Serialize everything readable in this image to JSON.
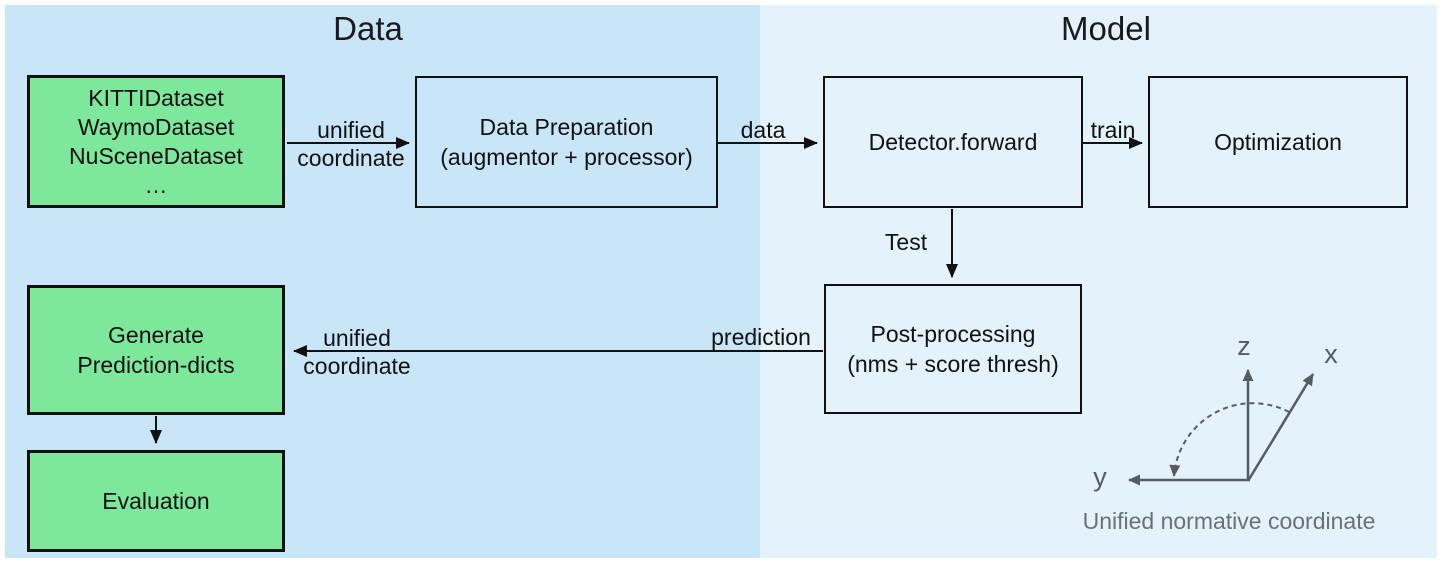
{
  "regions": {
    "data": {
      "title": "Data",
      "bg": "#c9e6f8"
    },
    "model": {
      "title": "Model",
      "bg": "#e3f2fb"
    }
  },
  "boxes": {
    "datasets": {
      "lines": [
        "KITTIDataset",
        "WaymoDataset",
        "NuSceneDataset",
        "…"
      ],
      "fill": "#7de79c"
    },
    "data_preparation": {
      "lines": [
        "Data Preparation",
        "(augmentor + processor)"
      ],
      "fill": "#c9e6f8"
    },
    "detector": {
      "lines": [
        "Detector.forward"
      ],
      "fill": "#e3f2fb"
    },
    "optimization": {
      "lines": [
        "Optimization"
      ],
      "fill": "#e3f2fb"
    },
    "post_processing": {
      "lines": [
        "Post-processing",
        "(nms + score thresh)"
      ],
      "fill": "#e3f2fb"
    },
    "generate_prediction": {
      "lines": [
        "Generate",
        "Prediction-dicts"
      ],
      "fill": "#7de79c"
    },
    "evaluation": {
      "lines": [
        "Evaluation"
      ],
      "fill": "#7de79c"
    }
  },
  "arrow_labels": {
    "unified_top_line1": "unified",
    "unified_top_line2": "coordinate",
    "data": "data",
    "train": "train",
    "test": "Test",
    "prediction": "prediction",
    "unified_bottom_line1": "unified",
    "unified_bottom_line2": "coordinate"
  },
  "coordinate_diagram": {
    "axis_z": "z",
    "axis_x": "x",
    "axis_y": "y",
    "caption": "Unified normative coordinate",
    "color": "#565b61"
  }
}
